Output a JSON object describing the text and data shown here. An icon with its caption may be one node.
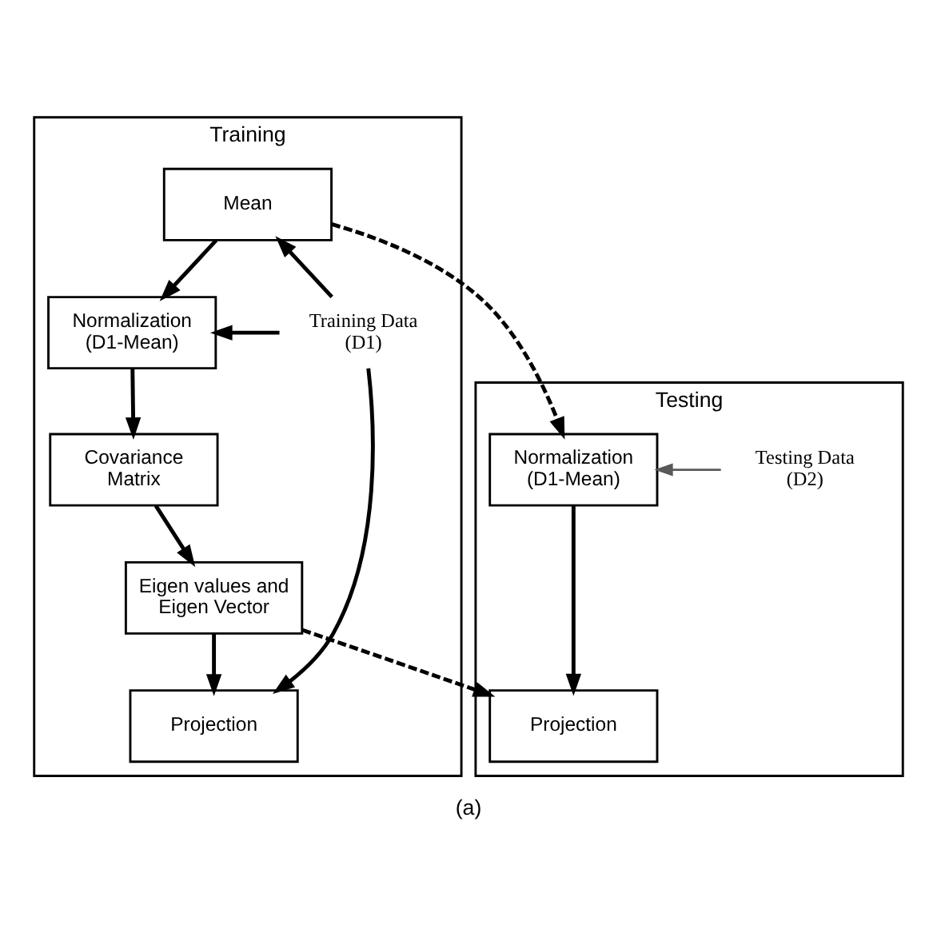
{
  "diagram": {
    "caption": "(a)",
    "nodes": [
      {
        "text": [
          "Training"
        ]
      },
      {
        "text": [
          "Mean"
        ],
        "in": 0
      },
      {
        "text": [
          "Normalization (D1-Mean)"
        ],
        "in": 0
      },
      {
        "text": [
          "Covariance Matrix"
        ],
        "in": 0
      },
      {
        "text": [
          "Eigen values and Eigen Vector"
        ],
        "in": 0
      },
      {
        "text": [
          "Projection"
        ],
        "in": 0
      },
      {
        "text": [
          "Training Data (D1)"
        ],
        "in": 0
      },
      {
        "text": [
          "Testing"
        ]
      },
      {
        "text": [
          "Testing Data (D2)"
        ],
        "in": 7
      },
      {
        "text": [
          "Normalization (D1-Mean)"
        ],
        "in": 7
      },
      {
        "text": [
          "Projection"
        ],
        "in": 7
      }
    ],
    "edges": [
      {
        "from": 6,
        "to": 1,
        "arrow": "to"
      },
      {
        "from": 6,
        "to": 2,
        "arrow": "to"
      },
      {
        "from": 6,
        "to": 5,
        "arrow": "to"
      },
      {
        "from": 1,
        "to": 2,
        "arrow": "to"
      },
      {
        "from": 2,
        "to": 3,
        "arrow": "to"
      },
      {
        "from": 3,
        "to": 4,
        "arrow": "to"
      },
      {
        "from": 4,
        "to": 5,
        "arrow": "to"
      },
      {
        "from": 1,
        "to": 9,
        "arrow": "to",
        "style": "dashed"
      },
      {
        "from": 8,
        "to": 9,
        "arrow": "to",
        "color": "#595959"
      },
      {
        "from": 9,
        "to": 10,
        "arrow": "to"
      },
      {
        "from": 4,
        "to": 10,
        "arrow": "to",
        "style": "dashed"
      }
    ]
  }
}
